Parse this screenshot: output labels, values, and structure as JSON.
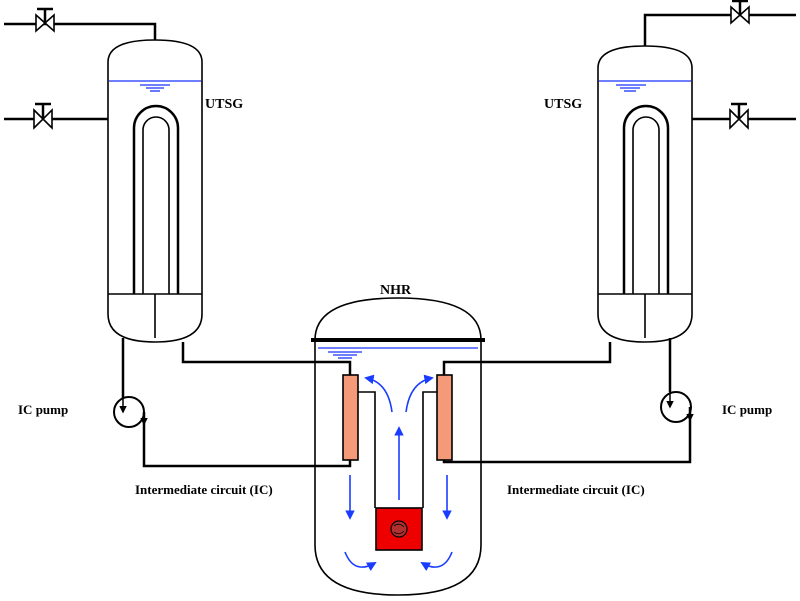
{
  "labels": {
    "utsg_left": "UTSG",
    "utsg_right": "UTSG",
    "nhr": "NHR",
    "pump_left": "IC pump",
    "pump_right": "IC pump",
    "circuit_left": "Intermediate circuit (IC)",
    "circuit_right": "Intermediate circuit (IC)"
  },
  "colors": {
    "water_line": "#1a33ff",
    "flow_arrow": "#1a3cff",
    "heat_exchanger": "#f59a78",
    "core": "#ee0000",
    "core_center": "#b03030"
  },
  "icons": {
    "valve": "gate-valve-icon",
    "pump": "centrifugal-pump-icon",
    "flow": "flow-arrow-icon"
  }
}
